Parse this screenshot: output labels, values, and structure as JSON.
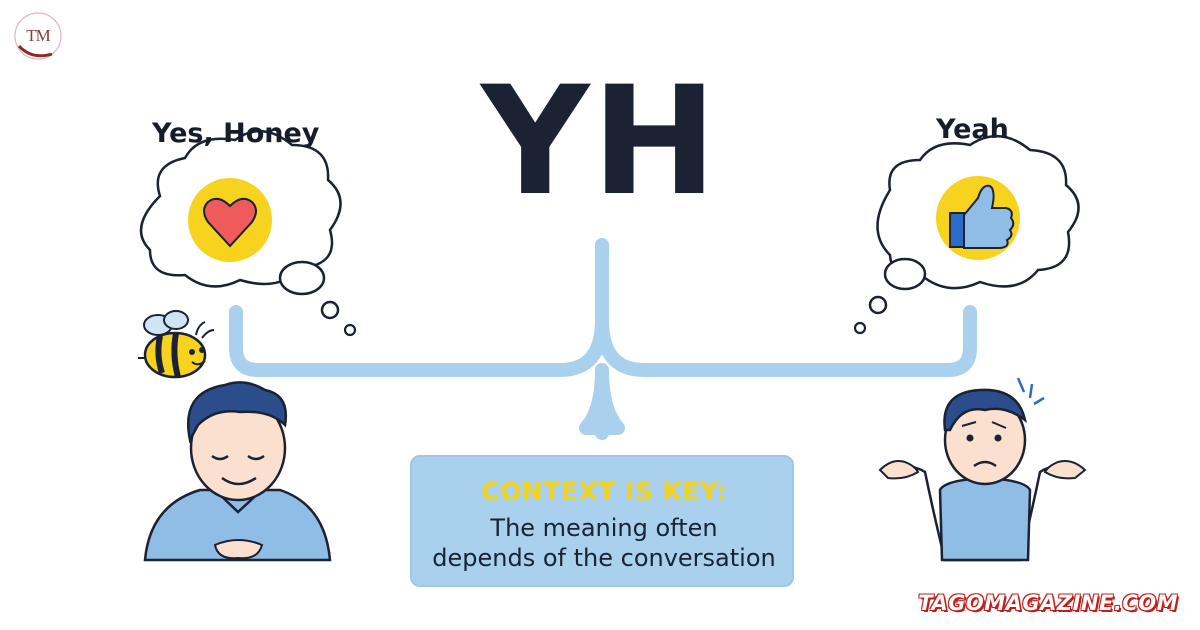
{
  "logo": {
    "text": "TM",
    "icon": "tm-monogram-logo"
  },
  "title": "YH",
  "meanings": {
    "left": {
      "label": "Yes, Honey",
      "icon": "heart-icon"
    },
    "right": {
      "label": "Yeah",
      "icon": "thumbs-up-icon"
    }
  },
  "context": {
    "heading": "CONTEXT IS KEY:",
    "line1": "The meaning often",
    "line2": "depends of the conversation"
  },
  "watermark": "TAGOMAGAZINE.COM",
  "colors": {
    "connector": "#a9d1ee",
    "heading_yellow": "#f3d21a",
    "icon_circle": "#f7d21f",
    "heart": "#ef5a5a",
    "title": "#1a2233",
    "shirt": "#8fbde6",
    "watermark_outline": "#c0201c"
  }
}
